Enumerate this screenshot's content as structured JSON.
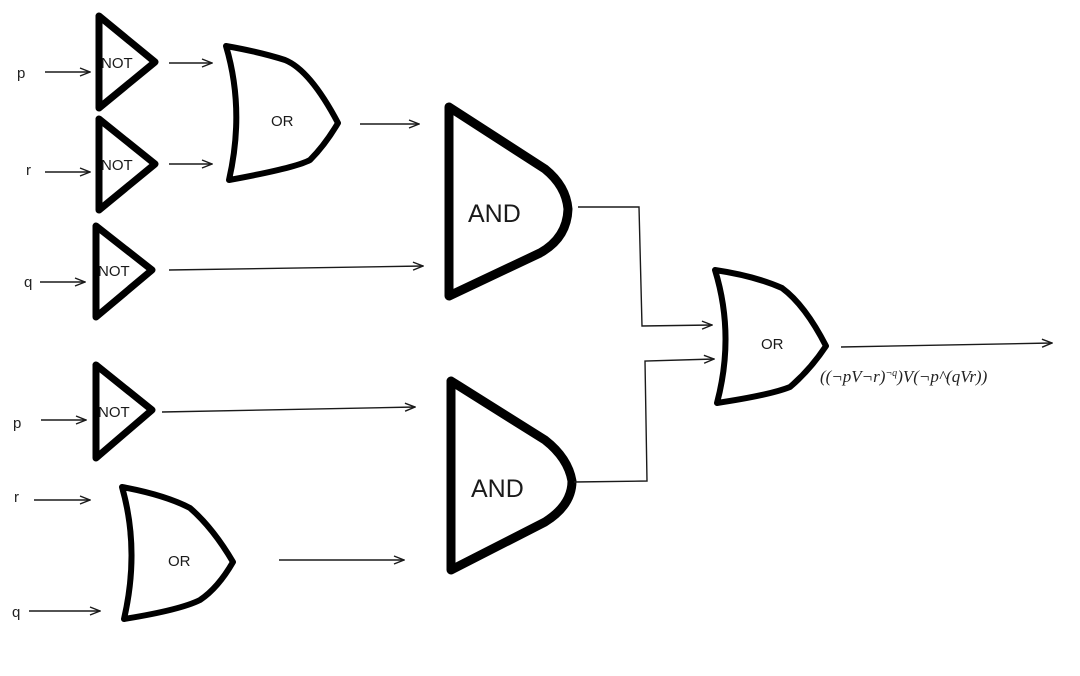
{
  "diagram": {
    "title": "Logic circuit",
    "colors": {
      "stroke": "#000000",
      "background": "#ffffff",
      "text": "#222222"
    },
    "inputs": [
      {
        "id": "in-p1",
        "label": "p"
      },
      {
        "id": "in-r1",
        "label": "r"
      },
      {
        "id": "in-q1",
        "label": "q"
      },
      {
        "id": "in-p2",
        "label": "p"
      },
      {
        "id": "in-r2",
        "label": "r"
      },
      {
        "id": "in-q2",
        "label": "q"
      }
    ],
    "gates": [
      {
        "id": "not-p1",
        "type": "NOT",
        "label": "NOT",
        "inputs": [
          "in-p1"
        ]
      },
      {
        "id": "not-r1",
        "type": "NOT",
        "label": "NOT",
        "inputs": [
          "in-r1"
        ]
      },
      {
        "id": "not-q1",
        "type": "NOT",
        "label": "NOT",
        "inputs": [
          "in-q1"
        ]
      },
      {
        "id": "or-1",
        "type": "OR",
        "label": "OR",
        "inputs": [
          "not-p1",
          "not-r1"
        ]
      },
      {
        "id": "and-1",
        "type": "AND",
        "label": "AND",
        "inputs": [
          "or-1",
          "not-q1"
        ]
      },
      {
        "id": "not-p2",
        "type": "NOT",
        "label": "NOT",
        "inputs": [
          "in-p2"
        ]
      },
      {
        "id": "or-2",
        "type": "OR",
        "label": "OR",
        "inputs": [
          "in-r2",
          "in-q2"
        ]
      },
      {
        "id": "and-2",
        "type": "AND",
        "label": "AND",
        "inputs": [
          "not-p2",
          "or-2"
        ]
      },
      {
        "id": "or-final",
        "type": "OR",
        "label": "OR",
        "inputs": [
          "and-1",
          "and-2"
        ]
      }
    ],
    "output": {
      "expression_parts": {
        "a": "((¬pV¬r)",
        "sup": "¬q",
        "b": ")V(¬p^(qVr))"
      },
      "expression": "((¬pV¬r)¬q)V(¬p^(qVr))"
    }
  }
}
